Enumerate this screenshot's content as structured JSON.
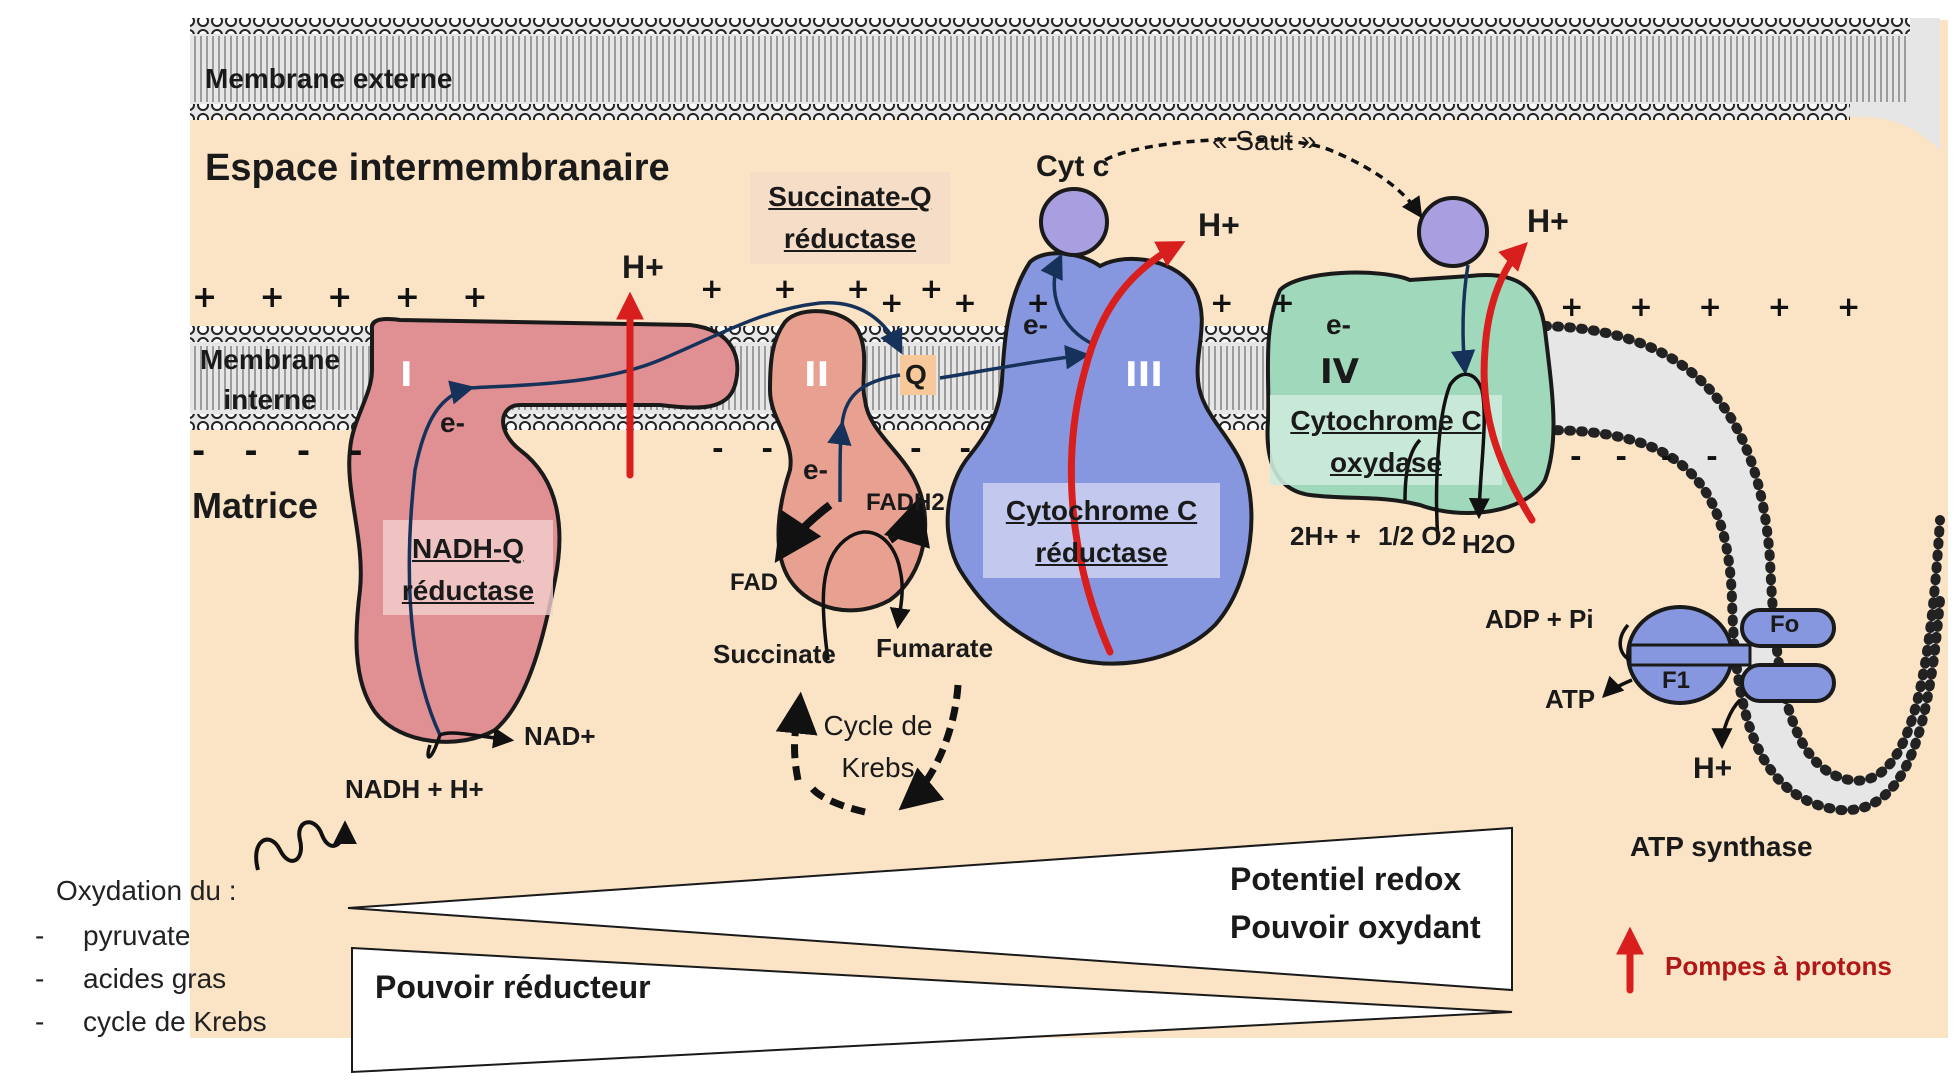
{
  "membrane_externe": "Membrane externe",
  "espace": "Espace intermembranaire",
  "membrane_interne": [
    "Membrane",
    "interne"
  ],
  "matrice": "Matrice",
  "complexes": [
    {
      "numeral": "I",
      "name": [
        "NADH-Q",
        "réductase"
      ],
      "color": "#e08f92"
    },
    {
      "numeral": "II",
      "name": [
        "Succinate-Q",
        "réductase"
      ],
      "color": "#e8a190"
    },
    {
      "numeral": "III",
      "name": [
        "Cytochrome C",
        "réductase"
      ],
      "color": "#8797df"
    },
    {
      "numeral": "IV",
      "name": [
        "Cytochrome C",
        "oxydase"
      ],
      "color": "#9fd8bb"
    }
  ],
  "q_label": "Q",
  "cyt_c": "Cyt c",
  "saut": "« Saut »",
  "electron": "e-",
  "h_plus": "H+",
  "nadh": "NADH + H+",
  "nad": "NAD+",
  "fadh": "FADH2",
  "fad": "FAD",
  "succinate": "Succinate",
  "fumarate": "Fumarate",
  "krebs": [
    "Cycle de",
    "Krebs"
  ],
  "water_reaction": {
    "left": "2H+ +",
    "fraction": "1/2 O2",
    "right": "H2O"
  },
  "atp_synthase": {
    "title": "ATP synthase",
    "adp": "ADP + Pi",
    "atp": "ATP",
    "fo": "Fo",
    "f1": "F1"
  },
  "gradients": {
    "redox": "Potentiel redox",
    "oxydant": "Pouvoir oxydant",
    "reducteur": "Pouvoir réducteur"
  },
  "legend": "Pompes à protons",
  "oxydation": {
    "title": "Oxydation du :",
    "items": [
      "pyruvate",
      "acides gras",
      "cycle de Krebs"
    ]
  },
  "colors": {
    "background": "#fbe3c6",
    "proton_pump": "#d91e1e",
    "electron_path": "#16325a",
    "legend_text": "#b01818"
  }
}
